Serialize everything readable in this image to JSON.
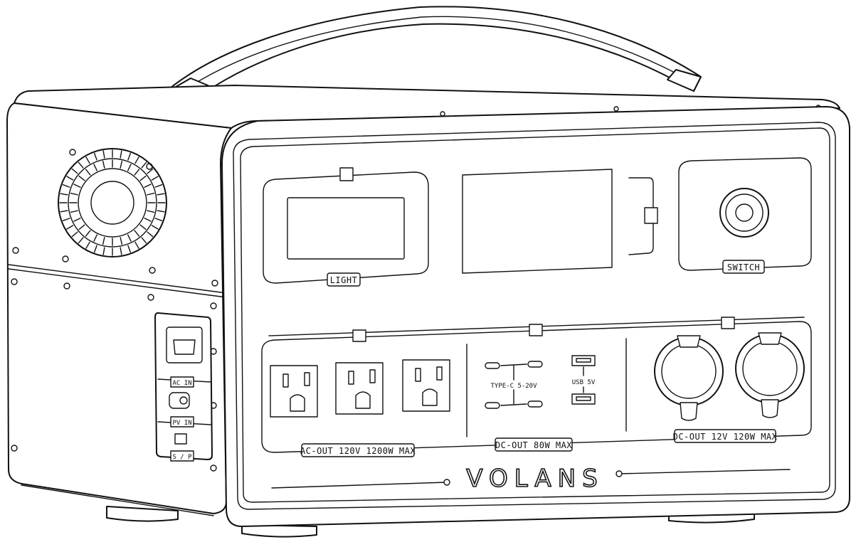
{
  "brand": "VOLANS",
  "front_panel": {
    "light_label": "LIGHT",
    "switch_label": "SWITCH",
    "ac_out_label": "AC-OUT 120V 1200W MAX",
    "dc_out_usb_label": "DC-OUT 80W MAX",
    "dc_out_12v_label": "DC-OUT 12V 120W MAX",
    "type_c_label": "TYPE-C 5-20V",
    "usb_label": "USB 5V"
  },
  "side_panel": {
    "ac_in_label": "AC IN",
    "pv_in_label": "PV IN",
    "sp_label": "S / P"
  },
  "icons": [
    "carry-handle",
    "cooling-fan",
    "ac-outlet",
    "type-c-port",
    "usb-a-port",
    "car-socket",
    "power-switch-button"
  ]
}
